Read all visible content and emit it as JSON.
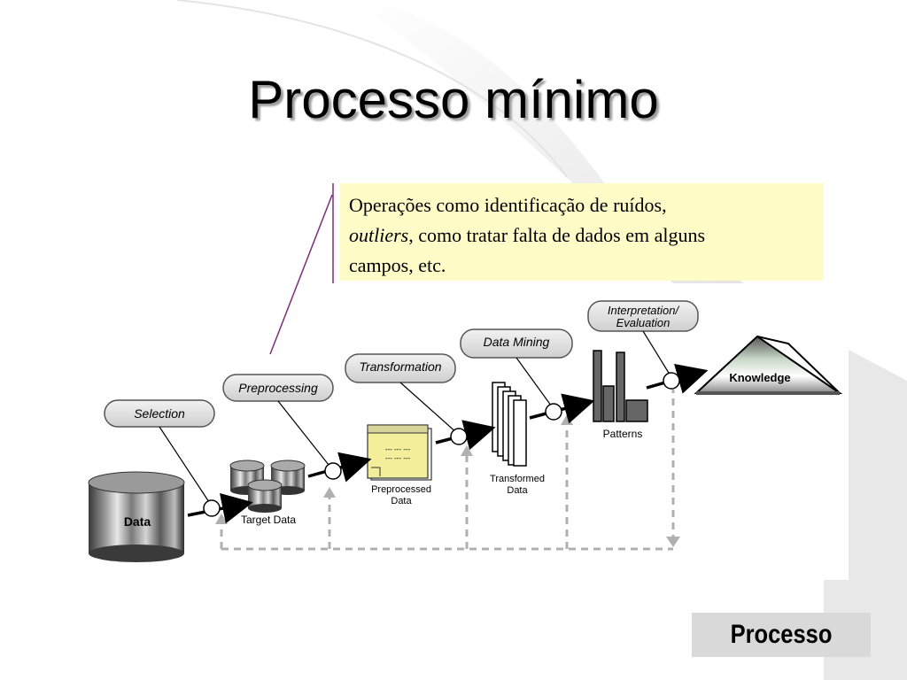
{
  "slide": {
    "title": "Processo mínimo",
    "note": {
      "line1": "Operações como identificação de ruídos,",
      "outliers": "outliers",
      "line2_rest": ", como tratar falta de dados em alguns",
      "line3": "campos, etc."
    },
    "badge": "Processo"
  },
  "diagram": {
    "stages": [
      {
        "label": "Selection"
      },
      {
        "label": "Preprocessing"
      },
      {
        "label": "Transformation"
      },
      {
        "label": "Data Mining"
      },
      {
        "label_line1": "Interpretation/",
        "label_line2": "Evaluation"
      }
    ],
    "artifacts": {
      "data": "Data",
      "target_data": "Target Data",
      "preprocessed_line1": "Preprocessed",
      "preprocessed_line2": "Data",
      "transformed_line1": "Transformed",
      "transformed_line2": "Data",
      "patterns": "Patterns",
      "knowledge": "Knowledge",
      "doc_text": "--- --- ---"
    },
    "colors": {
      "note_bg": "#fffcc8",
      "pill_bg": "#e6e6e6",
      "doc_fill": "#f2ee9a",
      "connector": "#7b2d7b",
      "dashed": "#b0b0b0"
    }
  }
}
